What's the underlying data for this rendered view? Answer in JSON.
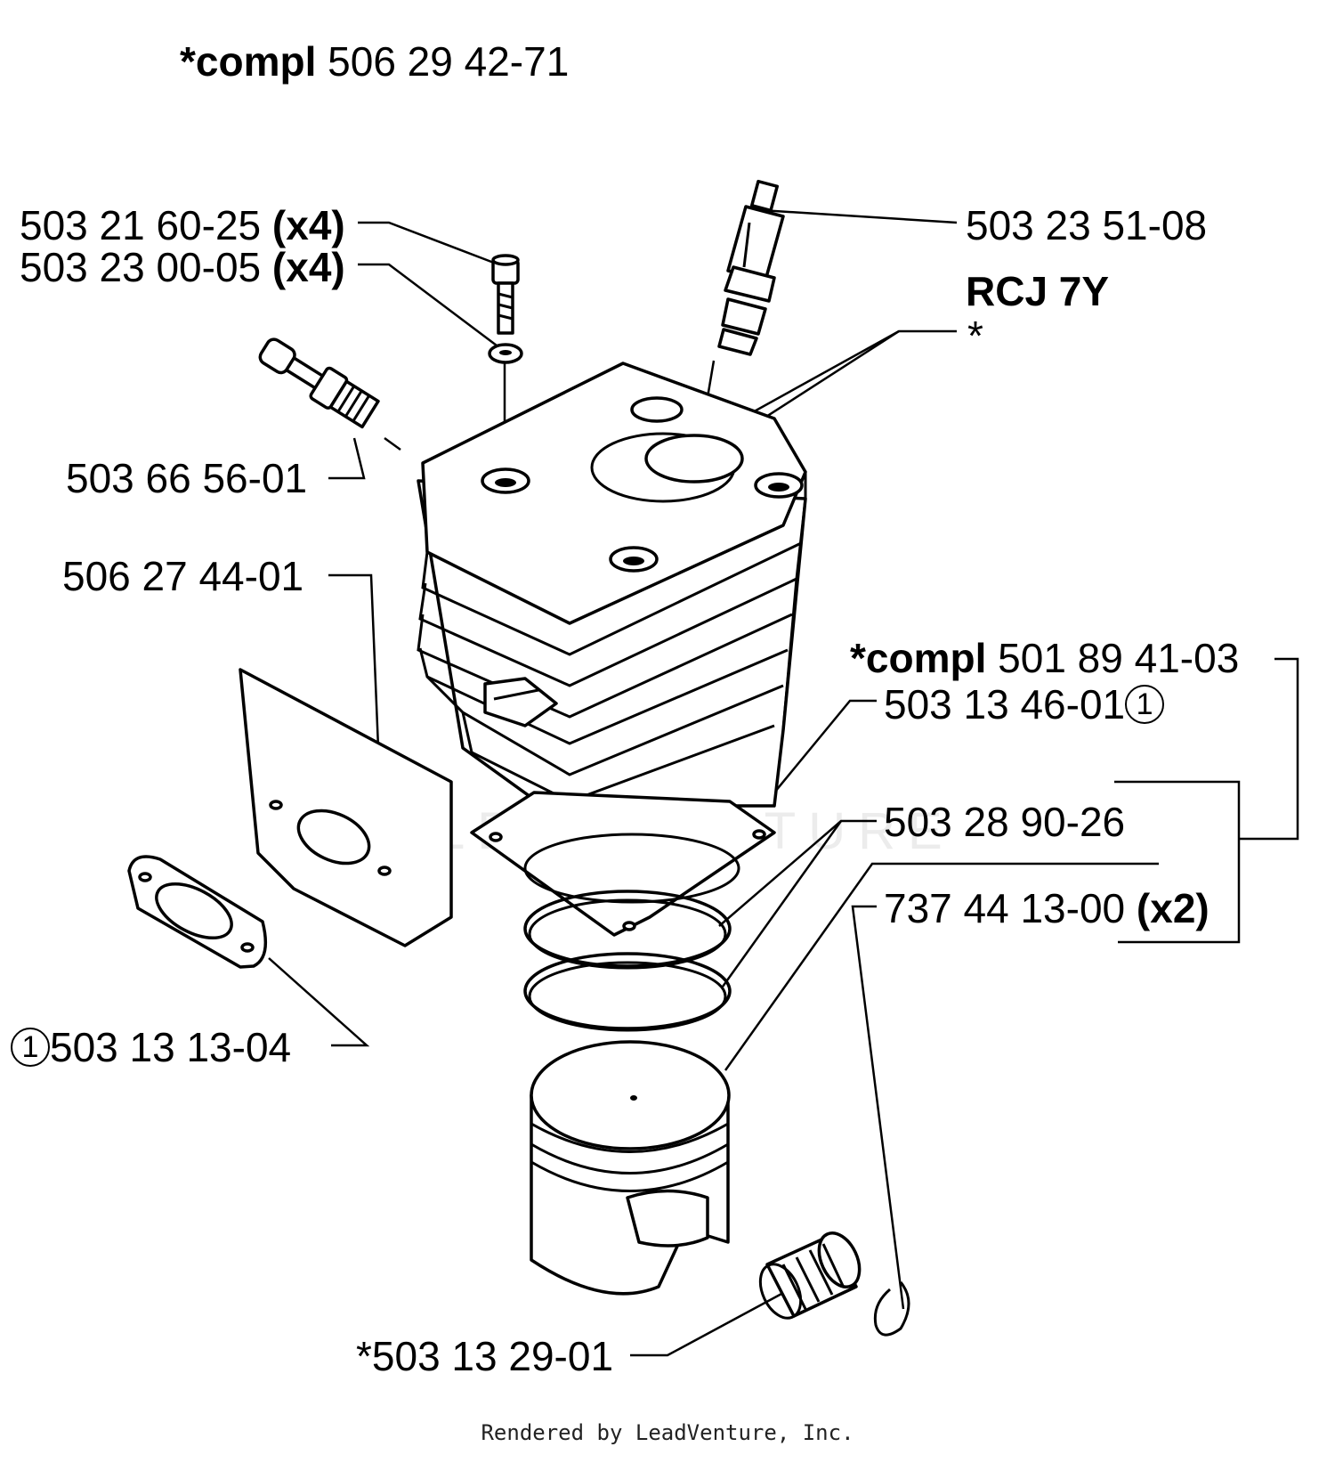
{
  "watermark": "LEADVENTURE",
  "footer": "Rendered by LeadVenture, Inc.",
  "labels": {
    "compl_top": {
      "prefix": "*compl",
      "number": "506 29 42-71"
    },
    "screw": {
      "number": "503 21 60-25",
      "qty": "(x4)"
    },
    "washer": {
      "number": "503 23 00-05",
      "qty": "(x4)"
    },
    "spark_plug": {
      "number": "503 23 51-08",
      "note": "RCJ 7Y"
    },
    "cylinder_star": "*",
    "decomp_valve": "503 66 56-01",
    "heat_shield": "506 27 44-01",
    "compl_piston": {
      "prefix": "*compl",
      "number": "501 89 41-03"
    },
    "cyl_gasket": {
      "number": "503 13 46-01",
      "ref": "1"
    },
    "piston_ring": "503 28 90-26",
    "circlip": {
      "number": "737 44 13-00",
      "qty": "(x2)"
    },
    "muffler_gasket": {
      "ref": "1",
      "number": "503 13 13-04"
    },
    "needle_bearing": "*503 13 29-01"
  }
}
